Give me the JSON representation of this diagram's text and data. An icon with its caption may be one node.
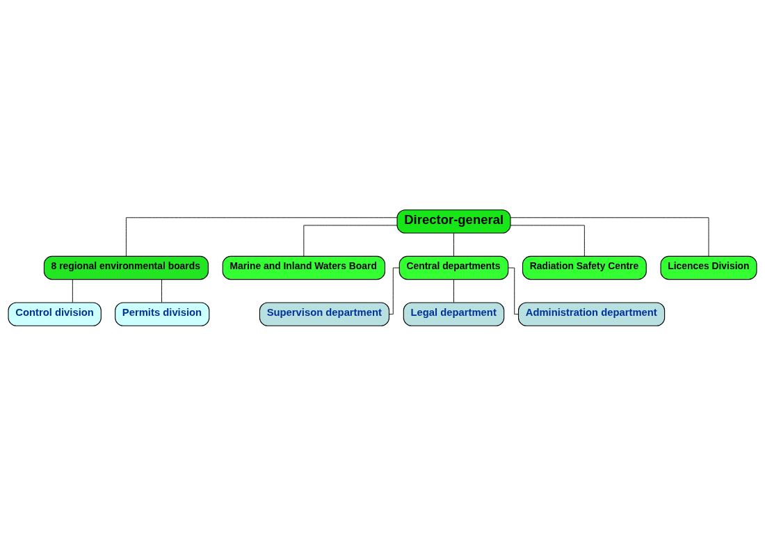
{
  "diagram": {
    "nodes": [
      {
        "text": [
          "Director-general"
        ]
      },
      {
        "text": [
          "8 regional environmental boards"
        ]
      },
      {
        "text": [
          "Marine and Inland Waters Board"
        ]
      },
      {
        "text": [
          "Central departments"
        ]
      },
      {
        "text": [
          "Radiation Safety Centre"
        ]
      },
      {
        "text": [
          "Licences Division"
        ]
      },
      {
        "text": [
          "Control division"
        ]
      },
      {
        "text": [
          "Permits division"
        ]
      },
      {
        "text": [
          "Supervison department"
        ]
      },
      {
        "text": [
          "Legal department"
        ]
      },
      {
        "text": [
          "Administration department"
        ]
      }
    ],
    "edges": [
      {
        "from": 0,
        "to": 1,
        "arrow": "none"
      },
      {
        "from": 0,
        "to": 2,
        "arrow": "none"
      },
      {
        "from": 0,
        "to": 3,
        "arrow": "none"
      },
      {
        "from": 0,
        "to": 4,
        "arrow": "none"
      },
      {
        "from": 0,
        "to": 5,
        "arrow": "none"
      },
      {
        "from": 1,
        "to": 6,
        "arrow": "none"
      },
      {
        "from": 1,
        "to": 7,
        "arrow": "none"
      },
      {
        "from": 3,
        "to": 8,
        "arrow": "none"
      },
      {
        "from": 3,
        "to": 9,
        "arrow": "none"
      },
      {
        "from": 3,
        "to": 10,
        "arrow": "none"
      }
    ]
  }
}
